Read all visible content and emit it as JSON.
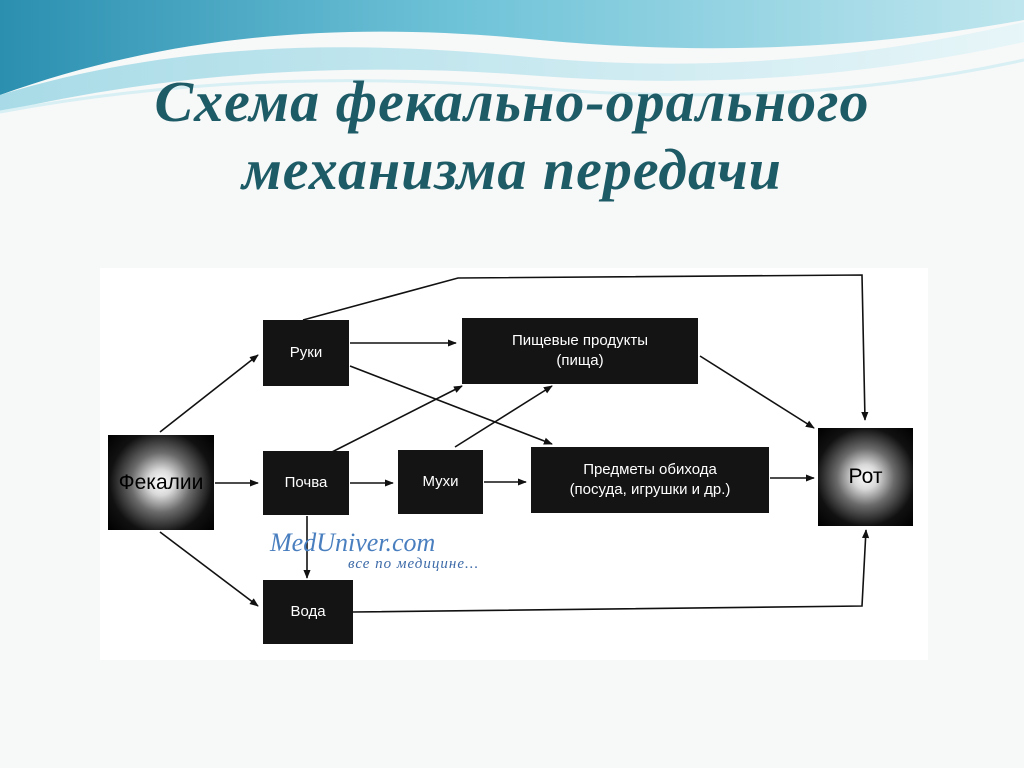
{
  "title": {
    "line1": "Схема фекально-орального",
    "line2": "механизма передачи"
  },
  "diagram": {
    "nodes": {
      "fekalii": "Фекалии",
      "ruki": "Руки",
      "pochva": "Почва",
      "voda": "Вода",
      "mukhi": "Мухи",
      "pishchevye_line1": "Пищевые продукты",
      "pishchevye_line2": "(пища)",
      "predmety_line1": "Предметы обихода",
      "predmety_line2": "(посуда, игрушки и др.)",
      "rot": "Рот"
    },
    "edges": [
      {
        "from": "fekalii",
        "to": "ruki"
      },
      {
        "from": "fekalii",
        "to": "pochva"
      },
      {
        "from": "fekalii",
        "to": "voda"
      },
      {
        "from": "ruki",
        "to": "pishchevye"
      },
      {
        "from": "ruki",
        "to": "predmety"
      },
      {
        "from": "ruki",
        "to": "rot"
      },
      {
        "from": "pochva",
        "to": "mukhi"
      },
      {
        "from": "pochva",
        "to": "pishchevye"
      },
      {
        "from": "pochva",
        "to": "voda"
      },
      {
        "from": "mukhi",
        "to": "pishchevye"
      },
      {
        "from": "mukhi",
        "to": "predmety"
      },
      {
        "from": "pishchevye",
        "to": "rot"
      },
      {
        "from": "predmety",
        "to": "rot"
      },
      {
        "from": "voda",
        "to": "rot"
      }
    ]
  },
  "watermark": {
    "line1": "MedUniver.com",
    "line2": "все по медицине..."
  },
  "colors": {
    "title": "#1d5b66",
    "wave_light": "#bfe6ee",
    "wave_mid": "#6fc3d8",
    "wave_dark": "#2b8fb0",
    "box": "#141414"
  }
}
